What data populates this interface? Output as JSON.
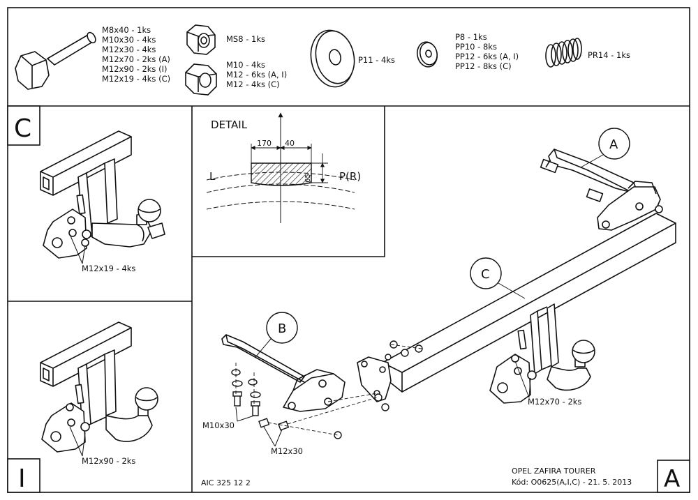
{
  "hardware": {
    "bolt_lines": [
      "M8x40 - 1ks",
      "M10x30 - 4ks",
      "M12x30 - 4ks",
      "M12x70 - 2ks (A)",
      "M12x90 - 2ks (I)",
      "M12x19 - 4ks (C)"
    ],
    "ms8_line": "MS8 - 1ks",
    "nut_lines": [
      "M10 - 4ks",
      "M12 - 6ks (A, I)",
      "M12 - 4ks (C)"
    ],
    "p11_line": "P11 - 4ks",
    "washer_lines": [
      "P8 - 1ks",
      "PP10 - 8ks",
      "PP12 - 6ks (A, I)",
      "PP12 - 8ks (C)"
    ],
    "spring_line": "PR14 - 1ks"
  },
  "panel_c": {
    "letter": "C",
    "bolt_label": "M12x19 - 4ks"
  },
  "panel_i": {
    "letter": "I",
    "bolt_label": "M12x90 - 2ks"
  },
  "detail": {
    "title": "DETAIL",
    "dim_170": "170",
    "dim_40": "40",
    "dim_65": "65",
    "left_label": "L",
    "right_label": "P(R)"
  },
  "main": {
    "callout_a": "A",
    "callout_b": "B",
    "callout_c": "C",
    "bolt_m12x70": "M12x70 - 2ks",
    "bolt_m10x30": "M10x30",
    "bolt_m12x30": "M12x30",
    "drawing_number": "AIC 325 12 2",
    "vehicle": "OPEL ZAFIRA TOURER",
    "code": "Kód: O0625(A,I,C) - 21. 5. 2013",
    "corner_letter": "A"
  }
}
